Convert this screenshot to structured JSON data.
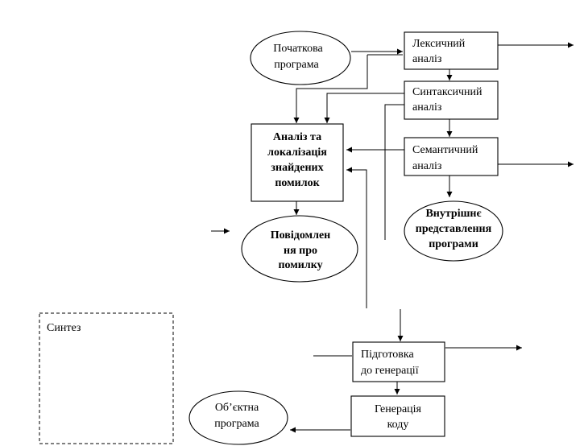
{
  "nodes": {
    "initial_program": {
      "lines": [
        "Початкова",
        "програма"
      ]
    },
    "lexical": {
      "lines": [
        "Лексичний",
        "аналіз"
      ]
    },
    "syntax": {
      "lines": [
        "Синтаксичний",
        "аналіз"
      ]
    },
    "semantic": {
      "lines": [
        "Семантичний",
        "аналіз"
      ]
    },
    "error_analysis": {
      "lines": [
        "Аналіз та",
        "локалізація",
        "знайдених",
        "помилок"
      ]
    },
    "error_messages": {
      "lines": [
        "Повідомлен",
        "ня про",
        "помилку"
      ]
    },
    "internal_repr": {
      "lines": [
        "Внутрішнє",
        "представлення",
        "програми"
      ]
    },
    "synthesis": {
      "lines": [
        "Синтез"
      ]
    },
    "gen_prep": {
      "lines": [
        "Підготовка",
        "до генерації"
      ]
    },
    "codegen": {
      "lines": [
        "Генерація",
        "коду"
      ]
    },
    "object_program": {
      "lines": [
        "Об’єктна",
        "програма"
      ]
    }
  }
}
